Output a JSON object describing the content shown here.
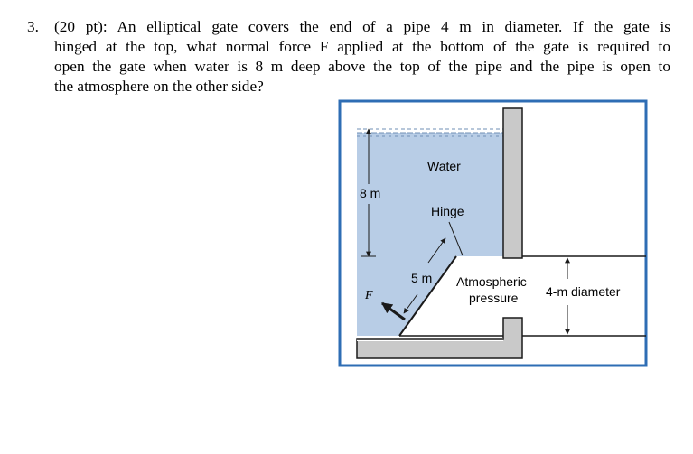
{
  "problem": {
    "number": "3.",
    "lines": [
      "(20 pt): An elliptical gate covers the end of a pipe 4 m in diameter. If the gate is",
      "hinged at the top, what normal force F applied at the bottom of the gate is required to",
      "open the gate when water is 8 m deep above the top of the pipe and the pipe is open to",
      "the atmosphere on the other side?"
    ]
  },
  "figure": {
    "water_label": "Water",
    "depth_label": "8 m",
    "hinge_label": "Hinge",
    "gate_length_label": "5 m",
    "force_label": "F",
    "atm_label_line1": "Atmospheric",
    "atm_label_line2": "pressure",
    "diameter_label": "4-m diameter",
    "colors": {
      "frame": "#2e6db4",
      "water": "#b8cde6",
      "wall": "#c9c9c9",
      "outline": "#1a1a1a"
    }
  }
}
